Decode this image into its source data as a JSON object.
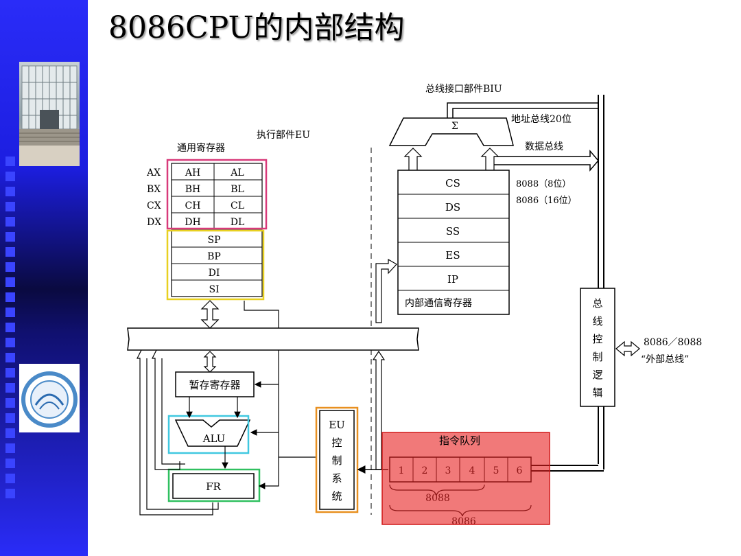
{
  "slide": {
    "title": "8086CPU的内部结构"
  },
  "diagram": {
    "biu_label": "总线接口部件BIU",
    "eu_label": "执行部件EU",
    "gp_regs_label": "通用寄存器",
    "address_bus": "地址总线20位",
    "data_bus": "数据总线",
    "sigma": "Σ",
    "row_labels": [
      "AX",
      "BX",
      "CX",
      "DX"
    ],
    "gp_regs": [
      [
        "AH",
        "AL"
      ],
      [
        "BH",
        "BL"
      ],
      [
        "CH",
        "CL"
      ],
      [
        "DH",
        "DL"
      ]
    ],
    "pointer_regs": [
      "SP",
      "BP",
      "DI",
      "SI"
    ],
    "segment_regs": [
      "CS",
      "DS",
      "SS",
      "ES",
      "IP"
    ],
    "internal_regs_label": "内部通信寄存器",
    "bus_width_8088": "8088（8位）",
    "bus_width_8086": "8086（16位）",
    "bus_control_chars": [
      "总",
      "线",
      "控",
      "制",
      "逻",
      "辑"
    ],
    "external_bus_line1": "8086／8088",
    "external_bus_line2": "“外部总线”",
    "temp_reg": "暂存寄存器",
    "alu": "ALU",
    "flags": "FR",
    "eu_control_chars": [
      "EU",
      "控",
      "制",
      "系",
      "统"
    ],
    "queue_label": "指令队列",
    "queue_cells": [
      "1",
      "2",
      "3",
      "4",
      "5",
      "6"
    ],
    "queue_8088": "8088",
    "queue_8086": "8086"
  },
  "colors": {
    "sidebar": "#2a2cf8",
    "gp_highlight": "#d83a7a",
    "pointer_highlight": "#e8d020",
    "alu_highlight": "#40c8e0",
    "flags_highlight": "#30c060",
    "eu_control_highlight": "#e89020",
    "queue_highlight": "#e82020"
  }
}
